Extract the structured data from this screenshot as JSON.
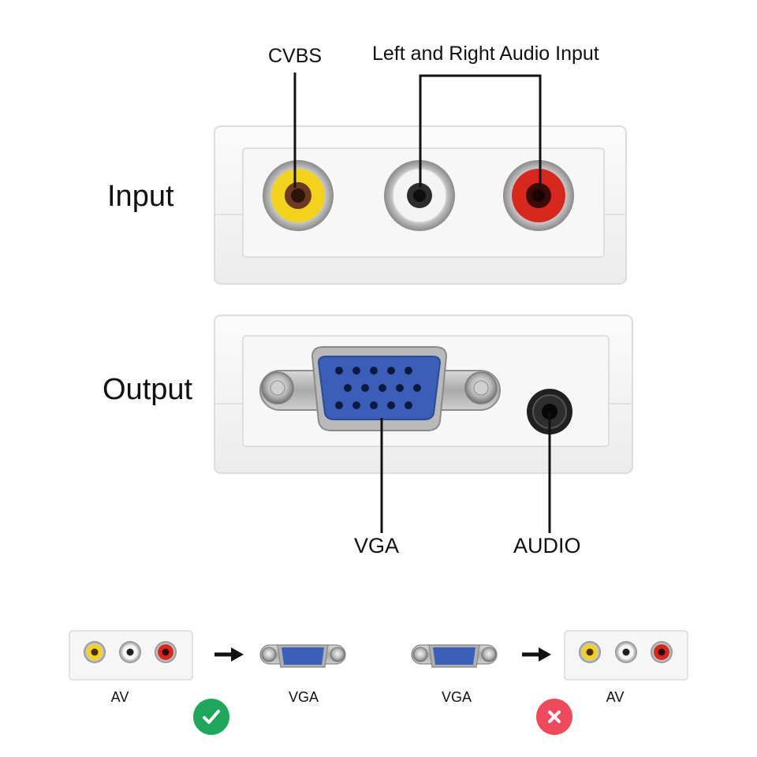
{
  "labels": {
    "cvbs": "CVBS",
    "audio_input": "Left and Right Audio Input",
    "input": "Input",
    "output": "Output",
    "vga": "VGA",
    "audio": "AUDIO"
  },
  "conversion": {
    "left": {
      "from": "AV",
      "to": "VGA",
      "status": "supported"
    },
    "right": {
      "from": "VGA",
      "to": "AV",
      "status": "not-supported"
    }
  },
  "colors": {
    "device_body": "#f4f4f4",
    "vga_blue": "#3b5fb8",
    "rca_yellow": "#f2d21b",
    "rca_white": "#f2f2f2",
    "rca_red": "#d8281e",
    "check_green": "#1ea65a",
    "cross_red": "#ee4a5c"
  }
}
